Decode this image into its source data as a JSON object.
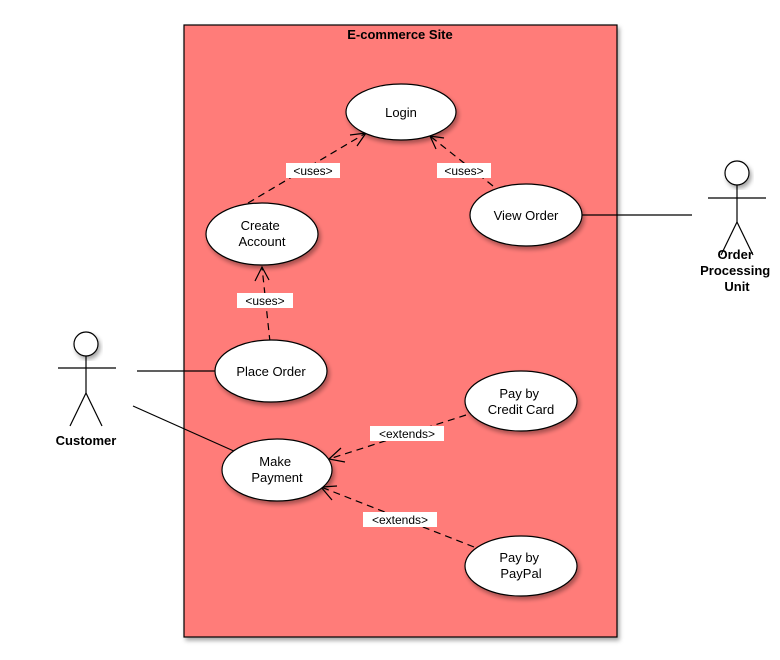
{
  "diagram": {
    "system": {
      "title": "E-commerce Site",
      "fill": "#ff7b79",
      "stroke": "#000000"
    },
    "use_cases": {
      "login": [
        "Login"
      ],
      "create_account": [
        "Create",
        "Account"
      ],
      "view_order": [
        "View Order"
      ],
      "place_order": [
        "Place Order"
      ],
      "pay_credit_card": [
        "Pay by",
        "Credit Card"
      ],
      "make_payment": [
        "Make",
        "Payment"
      ],
      "pay_paypal": [
        "Pay by",
        "PayPal"
      ]
    },
    "actors": {
      "customer": [
        "Customer"
      ],
      "order_processing_unit": [
        "Order",
        "Processing",
        "Unit"
      ]
    },
    "relations": {
      "create_login": "<uses>",
      "view_login": "<uses>",
      "place_create": "<uses>",
      "credit_payment": "<extends>",
      "paypal_payment": "<extends>"
    },
    "colors": {
      "use_case_fill": "#ffffff",
      "line": "#000000",
      "label_fill": "#ffffff"
    }
  }
}
